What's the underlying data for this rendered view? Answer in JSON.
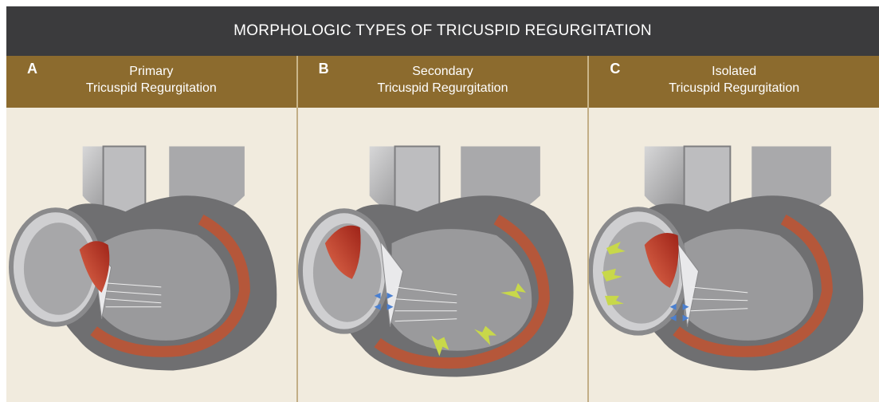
{
  "title": "MORPHOLOGIC TYPES OF TRICUSPID REGURGITATION",
  "panels": [
    {
      "letter": "A",
      "line1": "Primary",
      "line2": "Tricuspid Regurgitation"
    },
    {
      "letter": "B",
      "line1": "Secondary",
      "line2": "Tricuspid Regurgitation"
    },
    {
      "letter": "C",
      "line1": "Isolated",
      "line2": "Tricuspid Regurgitation"
    }
  ],
  "colors": {
    "title_bar": "#3b3b3d",
    "header": "#8c6b2e",
    "background": "#f1ebde",
    "myocardium": "#b5573a",
    "jet": "#c23a2a",
    "arrow_green": "#c8d84a",
    "arrow_blue": "#4a7fd0"
  }
}
